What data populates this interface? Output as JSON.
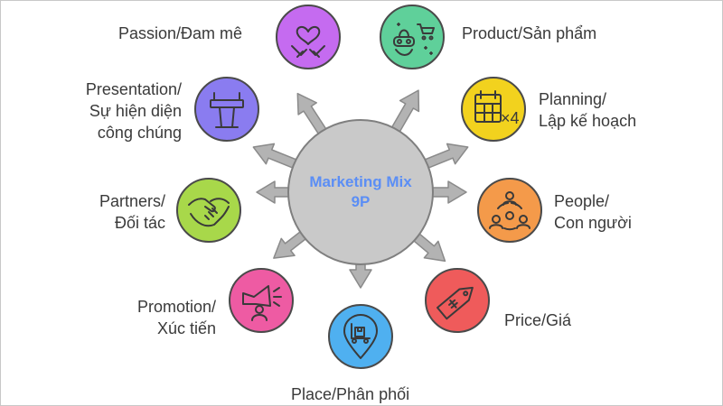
{
  "center": {
    "line1": "Marketing Mix",
    "line2": "9P"
  },
  "nodes": [
    {
      "key": "passion",
      "lines": [
        "Passion/Đam mê"
      ],
      "color": "#c56bf0",
      "icon": "heart-hands-icon"
    },
    {
      "key": "product",
      "lines": [
        "Product/Sản phẩm"
      ],
      "color": "#5fd09a",
      "icon": "vr-cart-icon"
    },
    {
      "key": "presentation",
      "lines": [
        "Presentation/",
        "Sự hiện diện",
        "công chúng"
      ],
      "color": "#8a7cf0",
      "icon": "podium-icon"
    },
    {
      "key": "planning",
      "lines": [
        "Planning/",
        "Lập kế hoạch"
      ],
      "color": "#f2d21e",
      "icon": "calendar-x4-icon"
    },
    {
      "key": "partners",
      "lines": [
        "Partners/",
        "Đối tác"
      ],
      "color": "#a8d84a",
      "icon": "handshake-icon"
    },
    {
      "key": "people",
      "lines": [
        "People/",
        "Con người"
      ],
      "color": "#f49a4a",
      "icon": "people-circle-icon"
    },
    {
      "key": "promotion",
      "lines": [
        "Promotion/",
        "Xúc tiến"
      ],
      "color": "#ee5ba3",
      "icon": "megaphone-person-icon"
    },
    {
      "key": "price",
      "lines": [
        "Price/Giá"
      ],
      "color": "#ef5b5b",
      "icon": "price-tag-icon"
    },
    {
      "key": "place",
      "lines": [
        "Place/Phân phối"
      ],
      "color": "#4fb0f0",
      "icon": "location-box-icon"
    }
  ]
}
